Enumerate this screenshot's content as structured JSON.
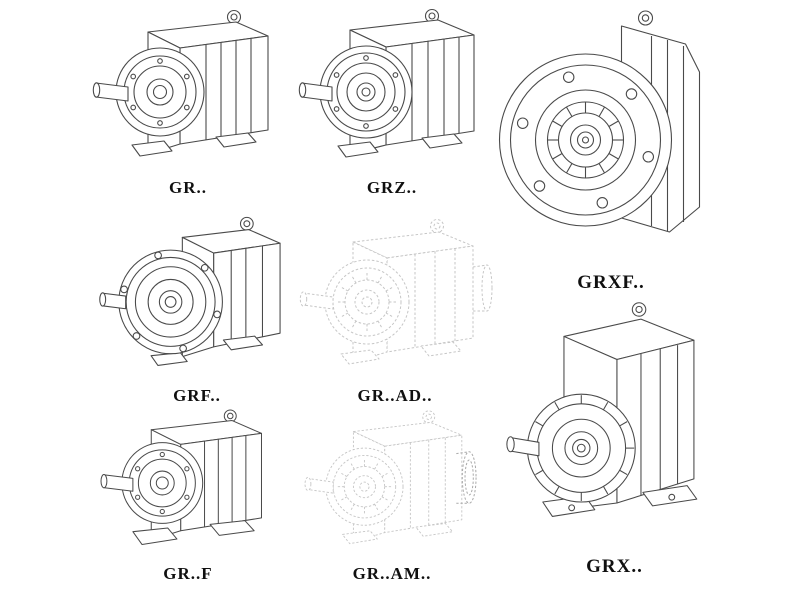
{
  "page": {
    "background": "#ffffff",
    "line_color": "#4a4a4a",
    "ghost_line_color": "#c6c6c6",
    "label_color": "#101010"
  },
  "products": [
    {
      "id": "gr",
      "label": "GR..",
      "drawing": "helical-gearbox-foot-mounted"
    },
    {
      "id": "grz",
      "label": "GRZ..",
      "drawing": "helical-gearbox-foot-mounted"
    },
    {
      "id": "grxf",
      "label": "GRXF..",
      "drawing": "helical-gearbox-round-flange-front"
    },
    {
      "id": "grf",
      "label": "GRF..",
      "drawing": "helical-gearbox-flange-mounted"
    },
    {
      "id": "gr-ad",
      "label": "GR..AD..",
      "drawing": "helical-gearbox-input-adapter-ghost"
    },
    {
      "id": "gr-f",
      "label": "GR..F",
      "drawing": "helical-gearbox-foot-mounted"
    },
    {
      "id": "gr-am",
      "label": "GR..AM..",
      "drawing": "helical-gearbox-motor-flange-ghost"
    },
    {
      "id": "grx",
      "label": "GRX..",
      "drawing": "helical-gearbox-large-foot-mounted"
    }
  ]
}
